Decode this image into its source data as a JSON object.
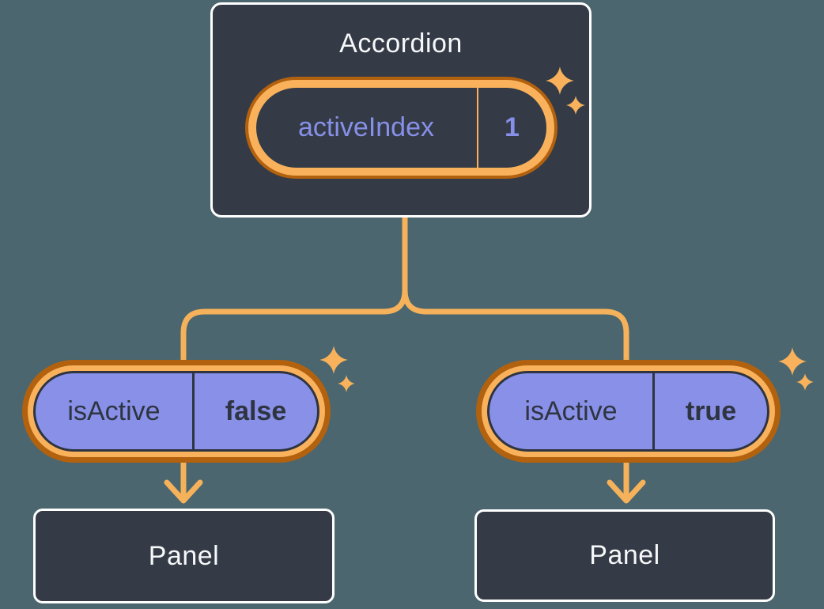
{
  "colors": {
    "background": "#4b666e",
    "box_fill": "#343b46",
    "box_border": "#ffffff",
    "orange_light": "#f9b25b",
    "orange_dark": "#b2610f",
    "purple_fill": "#8890e8",
    "purple_text": "#8790e8",
    "dark_text": "#2e3440",
    "light_text": "#f6f7f9"
  },
  "root_component": {
    "title": "Accordion",
    "state_pill": {
      "label": "activeIndex",
      "value": "1"
    }
  },
  "children": [
    {
      "prop_pill": {
        "label": "isActive",
        "value": "false"
      },
      "panel_label": "Panel"
    },
    {
      "prop_pill": {
        "label": "isActive",
        "value": "true"
      },
      "panel_label": "Panel"
    }
  ]
}
